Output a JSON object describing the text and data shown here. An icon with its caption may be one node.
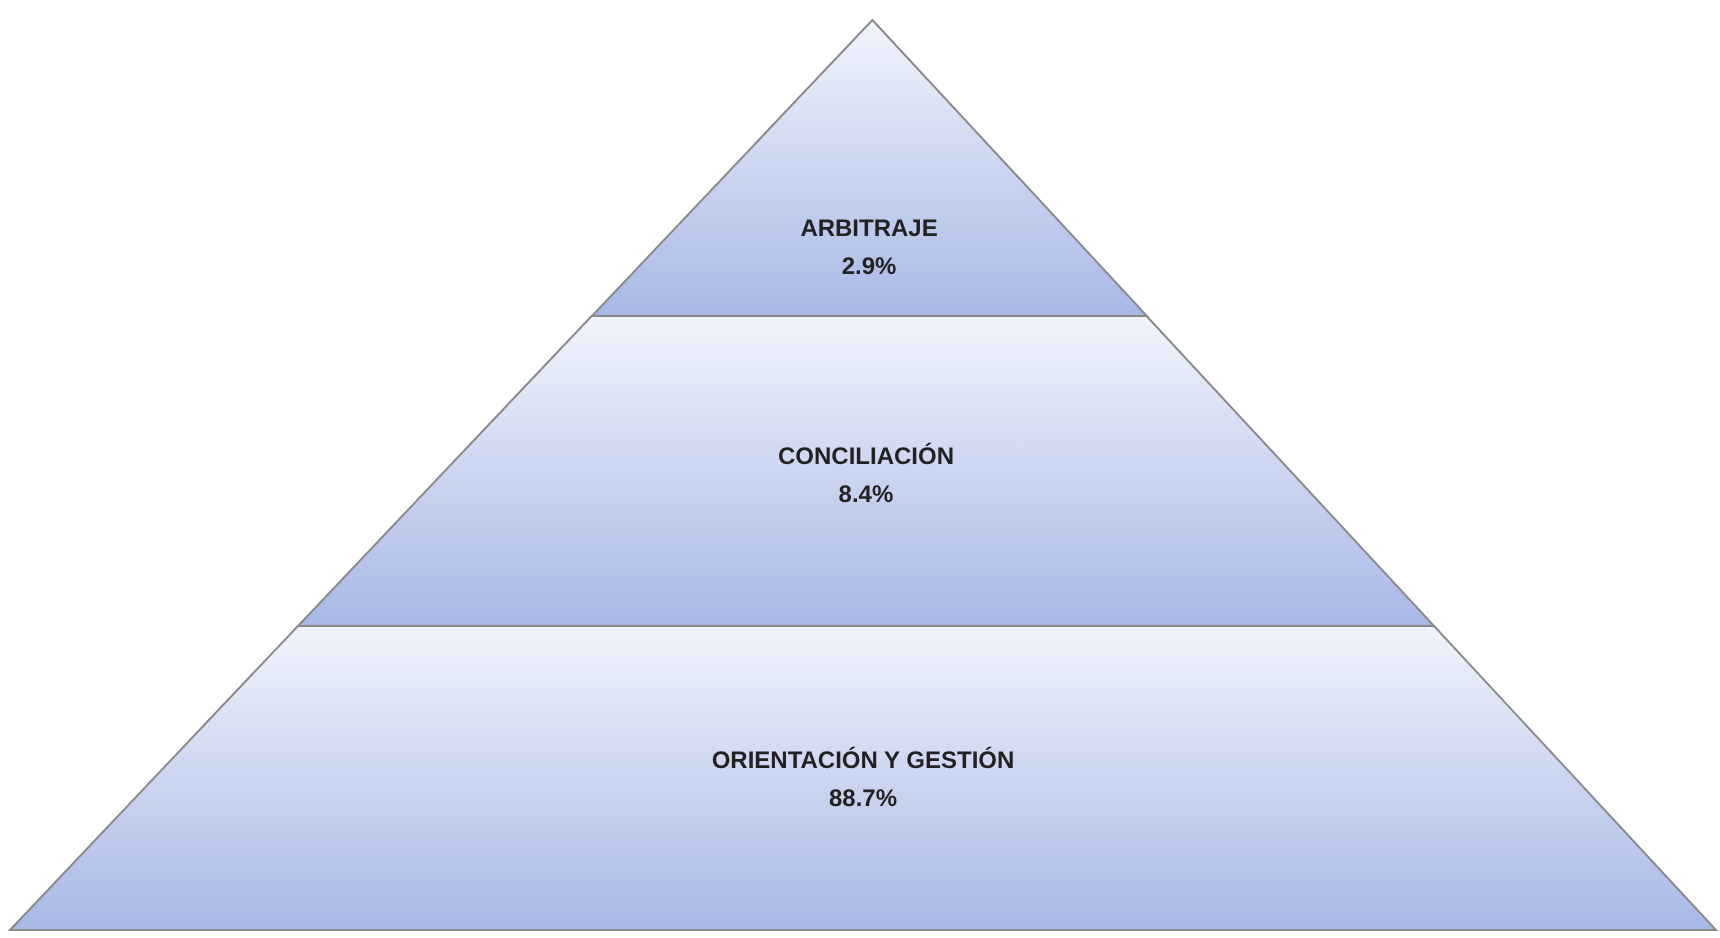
{
  "diagram": {
    "nodes": [
      {
        "text": [
          "ARBITRAJE",
          "2.9%"
        ]
      },
      {
        "text": [
          "CONCILIACIÓN",
          "8.4%"
        ]
      },
      {
        "text": [
          "ORIENTACIÓN Y GESTIÓN",
          "88.7%"
        ]
      }
    ]
  }
}
